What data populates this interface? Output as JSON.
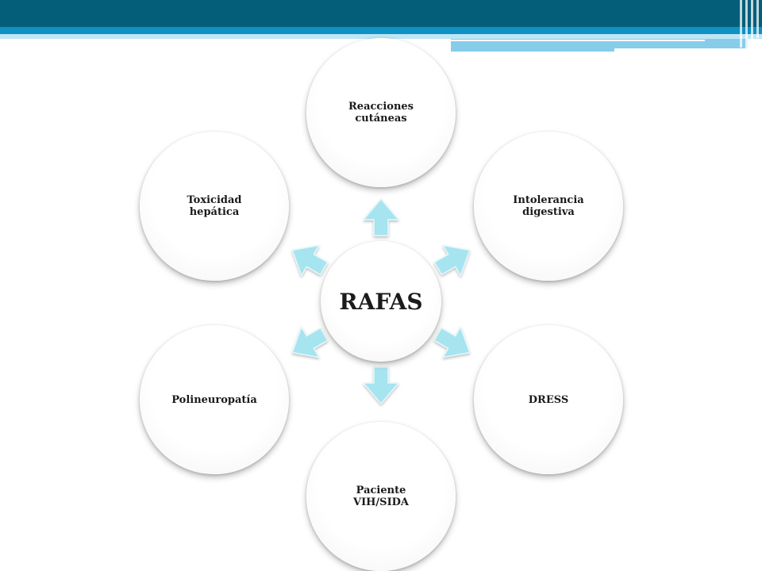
{
  "diagram": {
    "center": {
      "label": "RAFAS"
    },
    "nodes": [
      {
        "id": "top",
        "label_lines": [
          "Reacciones",
          "cutáneas"
        ]
      },
      {
        "id": "top-right",
        "label_lines": [
          "Intolerancia",
          "digestiva"
        ]
      },
      {
        "id": "bottom-right",
        "label_lines": [
          "DRESS"
        ]
      },
      {
        "id": "bottom",
        "label_lines": [
          "Paciente",
          "VIH/SIDA"
        ]
      },
      {
        "id": "bottom-left",
        "label_lines": [
          "Polineuropatía"
        ]
      },
      {
        "id": "top-left",
        "label_lines": [
          "Toxicidad",
          "hepática"
        ]
      }
    ],
    "arrow_color": "#a6e4ef",
    "arrow_stroke_color": "#e3f7fb"
  },
  "theme": {
    "banner_dark": "#045e7a",
    "banner_mid": "#0f91c4",
    "banner_light": "#87cdea"
  }
}
